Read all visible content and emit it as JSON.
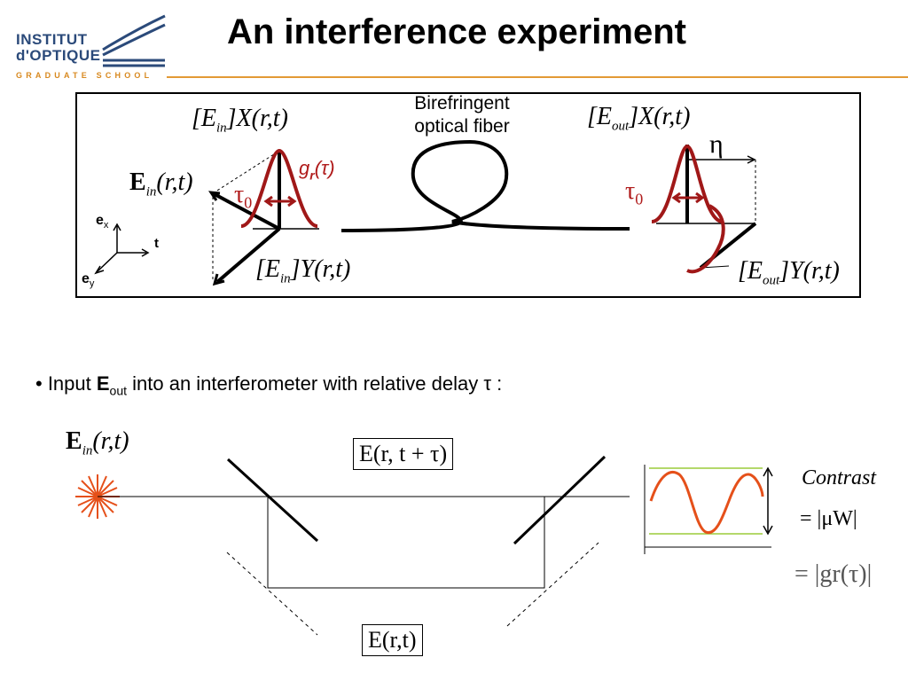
{
  "title": "An interference experiment",
  "logo": {
    "line1": "INSTITUT",
    "line2": "d'OPTIQUE",
    "line3": "GRADUATE SCHOOL"
  },
  "top_diagram": {
    "fiber_label_1": "Birefringent",
    "fiber_label_2": "optical fiber",
    "ein_x": "[E",
    "ein_x_sub": "in",
    "ein_x_tail": "]X(r,t)",
    "eout_x": "[E",
    "eout_x_sub": "out",
    "eout_x_tail": "]X(r,t)",
    "ein_y": "[E",
    "ein_y_sub": "in",
    "ein_y_tail": "]Y(r,t)",
    "eout_y": "[E",
    "eout_y_sub": "out",
    "eout_y_tail": "]Y(r,t)",
    "ein_field": "E",
    "ein_field_sub": "in",
    "ein_field_tail": "(r,t)",
    "g_label": "g",
    "g_label_sub": "r",
    "g_label_tail": "(τ)",
    "tau0_left": "τ",
    "tau0_left_sub": "0",
    "tau0_right": "τ",
    "tau0_right_sub": "0",
    "eta": "η",
    "axis_ex": "e",
    "axis_ex_sub": "x",
    "axis_ey": "e",
    "axis_ey_sub": "y",
    "axis_t": "t"
  },
  "bullet": {
    "prefix": "• Input ",
    "bold": "E",
    "sub": "out",
    "suffix": " into an interferometer with relative delay τ :"
  },
  "bottom_diagram": {
    "ein_field": "E",
    "ein_field_sub": "in",
    "ein_field_tail": "(r,t)",
    "upper_box": "E(r, t + τ)",
    "lower_box": "E(r,t)",
    "contrast": "Contrast",
    "eq1": "= |μW|",
    "eq2": "= |gr(τ)|"
  },
  "colors": {
    "accent_red": "#b01c1c",
    "signal_orange": "#e5501a",
    "logo_blue": "#2b4a7a",
    "logo_orange": "#d8891f",
    "green_lines": "#9ccc3a"
  }
}
